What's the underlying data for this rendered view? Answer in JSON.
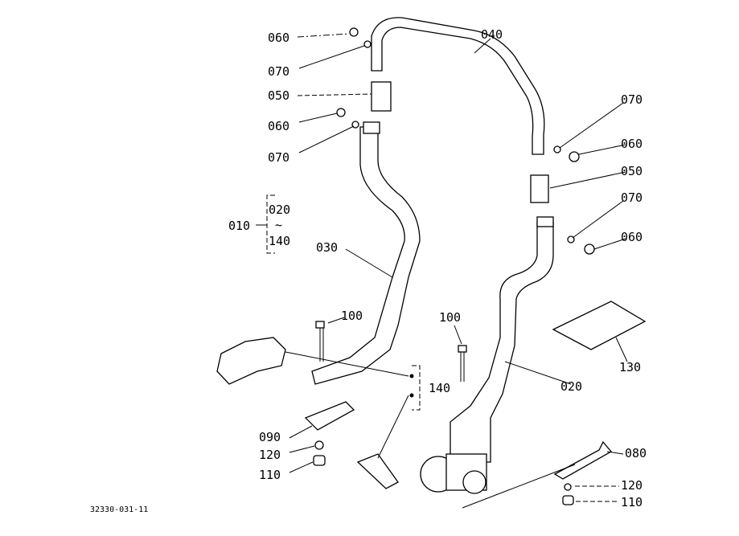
{
  "diagram_code": "32330-031-11",
  "callouts": {
    "c060a": "060",
    "c070a": "070",
    "c050a": "050",
    "c060b": "060",
    "c070b": "070",
    "c040": "040",
    "c070c": "070",
    "c060c": "060",
    "c050b": "050",
    "c070d": "070",
    "c060d": "060",
    "c010": "010",
    "c020r": "020",
    "c_tilde": "~",
    "c140r": "140",
    "c030": "030",
    "c100a": "100",
    "c100b": "100",
    "c130": "130",
    "c020": "020",
    "c140": "140",
    "c090": "090",
    "c120a": "120",
    "c110a": "110",
    "c080": "080",
    "c120b": "120",
    "c110b": "110"
  }
}
